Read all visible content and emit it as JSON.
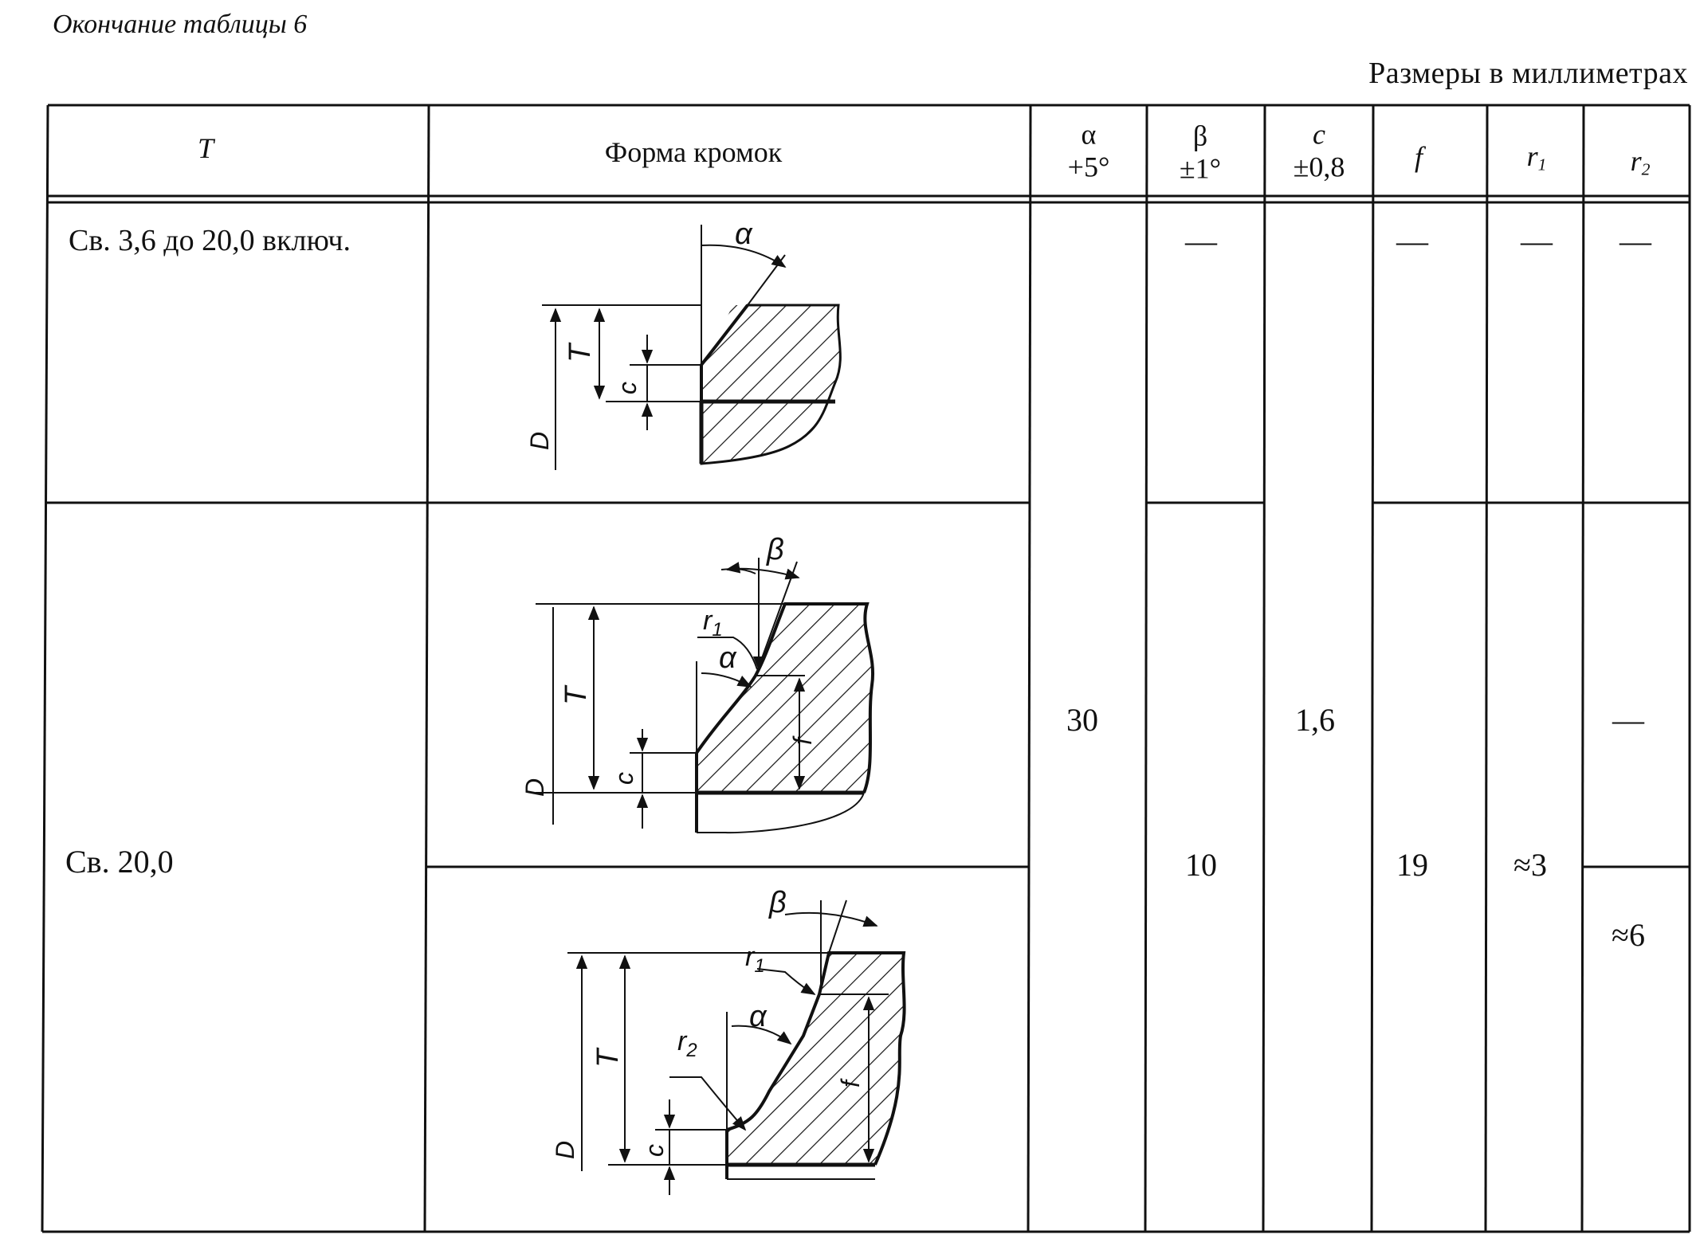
{
  "caption": "Окончание таблицы 6",
  "units": "Размеры в миллиметрах",
  "headers": {
    "T": "T",
    "edge_form": "Форма кромок",
    "alpha_symbol": "α",
    "alpha_tol": "+5°",
    "beta_symbol": "β",
    "beta_tol": "±1°",
    "c_symbol": "c",
    "c_tol": "±0,8",
    "f": "f",
    "r1": "r",
    "r1_sub": "1",
    "r2": "r",
    "r2_sub": "2"
  },
  "rows": [
    {
      "T": "Св. 3,6 до 20,0 включ.",
      "beta": "—",
      "f": "—",
      "r1": "—",
      "r2": "—"
    },
    {
      "T": "Св. 20,0",
      "beta": "10",
      "f": "19",
      "r1": "≈3",
      "r2_a": "—",
      "r2_b": "≈6"
    }
  ],
  "shared": {
    "alpha": "30",
    "c": "1,6"
  },
  "drawing_labels": {
    "alpha": "α",
    "beta": "β",
    "T": "T",
    "c": "c",
    "D": "D",
    "f": "f",
    "r1": "r",
    "r1_sub": "1",
    "r2": "r",
    "r2_sub": "2"
  }
}
